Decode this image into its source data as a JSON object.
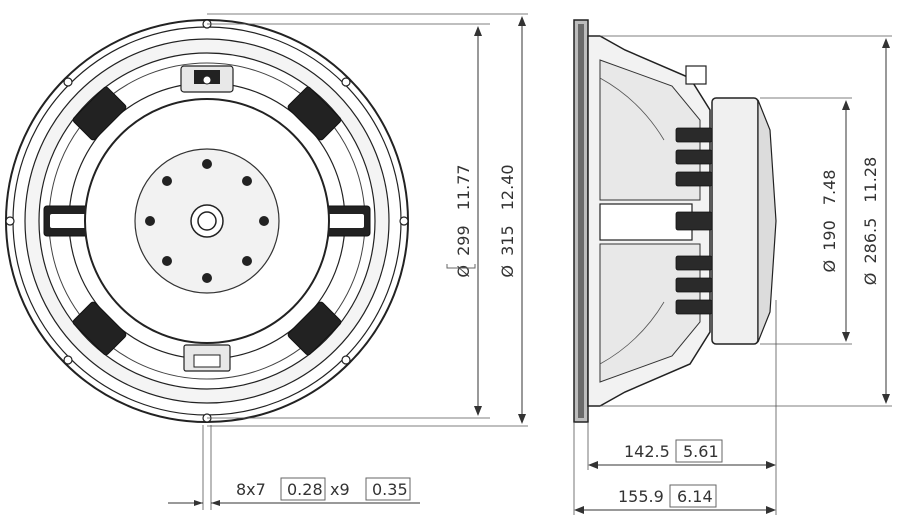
{
  "colors": {
    "line": "#333333",
    "fill_dark": "#222222",
    "fill_mid": "#d9d9d9",
    "fill_light": "#f2f2f2",
    "background": "#ffffff"
  },
  "diameter_symbol": "Ø",
  "dimensions": {
    "baffle_cutout": {
      "mm": "299",
      "in": "11.77"
    },
    "outer_diameter": {
      "mm": "315",
      "in": "12.40"
    },
    "magnet_diameter": {
      "mm": "190",
      "in": "7.48"
    },
    "rear_diameter": {
      "mm": "286.5",
      "in": "11.28"
    },
    "mounting_depth": {
      "mm": "142.5",
      "in": "5.61"
    },
    "overall_depth": {
      "mm": "155.9",
      "in": "6.14"
    },
    "mounting_holes": {
      "count_size": "8x7",
      "in_a": "0.28",
      "x_sep": "x9",
      "in_b": "0.35"
    }
  }
}
